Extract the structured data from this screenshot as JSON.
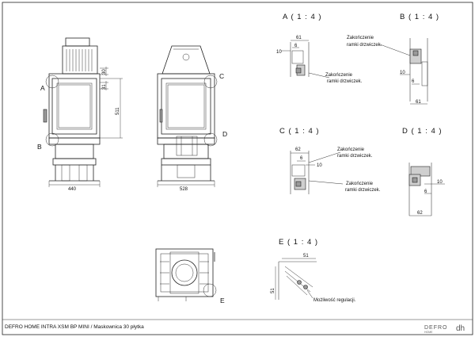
{
  "footer": {
    "title": "DEFRO HOME INTRA XSM BP MINI  / Maskownica 30 płytka"
  },
  "logo": {
    "text": "DEFRO",
    "sub": "HOME",
    "mark": "dh"
  },
  "views": {
    "front": {
      "detail_a": "A",
      "detail_b": "B",
      "dim_top": "30",
      "dim_side": "31",
      "dim_height": "511",
      "dim_width": "440"
    },
    "side": {
      "detail_c": "C",
      "detail_d": "D",
      "dim_width": "528"
    },
    "top": {
      "detail_e": "E"
    }
  },
  "details": {
    "a": {
      "title": "A ( 1 : 4 )",
      "dims": [
        "61",
        "10",
        "6"
      ],
      "notes": [
        "Zakończenie",
        "ramki drzwiczek."
      ]
    },
    "b": {
      "title": "B ( 1 : 4 )",
      "dims": [
        "10",
        "6",
        "61"
      ],
      "notes": [
        "Zakończenie",
        "ramki drzwiczek."
      ]
    },
    "c": {
      "title": "C ( 1 : 4 )",
      "dims": [
        "62",
        "6",
        "10"
      ],
      "notes_top": [
        "Zakończenie",
        "ramki drzwiczek."
      ],
      "notes_bottom": [
        "Zakończenie",
        "ramki drzwiczek."
      ]
    },
    "d": {
      "title": "D ( 1 : 4 )",
      "dims": [
        "10",
        "6",
        "62"
      ]
    },
    "e": {
      "title": "E ( 1 : 4 )",
      "dims": [
        "51",
        "51"
      ],
      "note": "Możliwość regulacji."
    }
  }
}
